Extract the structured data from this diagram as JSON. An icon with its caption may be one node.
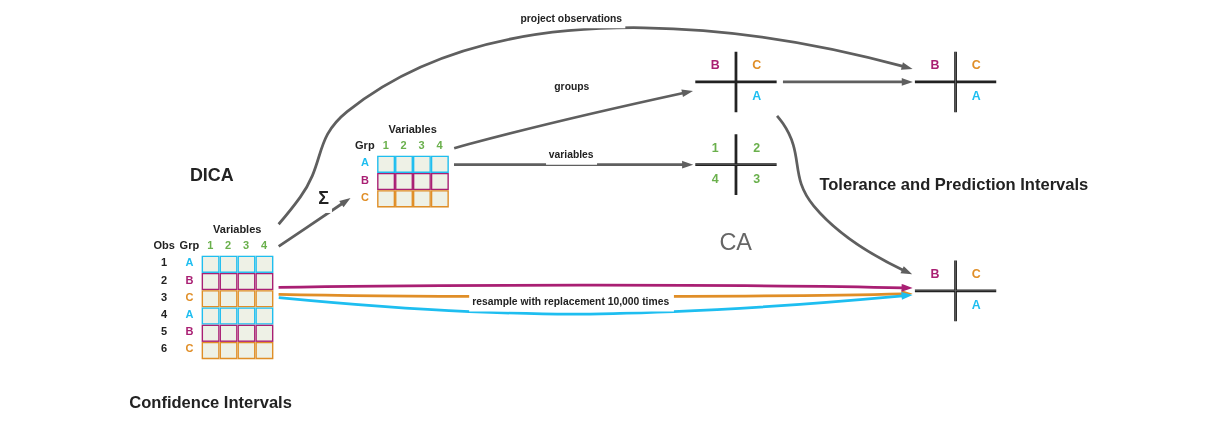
{
  "diagram": {
    "nodes": [
      {
        "text": [
          "Obs",
          "Grp",
          "Variables",
          "1",
          "2",
          "3",
          "4",
          "1",
          "A",
          "2",
          "B",
          "3",
          "C",
          "4",
          "A",
          "5",
          "B",
          "6",
          "C"
        ]
      },
      {
        "text": [
          "Grp",
          "Variables",
          "1",
          "2",
          "3",
          "4",
          "A",
          "B",
          "C"
        ]
      },
      {
        "text": [
          "B",
          "C",
          "A"
        ]
      },
      {
        "text": [
          "1",
          "2",
          "4",
          "3"
        ]
      },
      {
        "text": [
          "B",
          "C",
          "A"
        ]
      },
      {
        "text": [
          "B",
          "C",
          "A"
        ]
      }
    ],
    "edges": [
      {
        "from": 0,
        "to": 1,
        "arrow": "to",
        "label": "Σ"
      },
      {
        "from": 1,
        "to": 2,
        "arrow": "to",
        "label": "groups"
      },
      {
        "from": 1,
        "to": 3,
        "arrow": "to",
        "label": "variables"
      },
      {
        "from": 0,
        "to": 4,
        "arrow": "to",
        "label": "project observations"
      },
      {
        "from": 2,
        "to": 4,
        "arrow": "to"
      },
      {
        "from": 2,
        "to": 5,
        "arrow": "to"
      },
      {
        "from": 0,
        "to": 5,
        "arrow": "to",
        "color": "#e08e27"
      },
      {
        "from": 0,
        "to": 5,
        "arrow": "to",
        "color": "#a91f73"
      },
      {
        "from": 0,
        "to": 5,
        "arrow": "to",
        "color": "#1ebef0",
        "label": "resample with replacement 10,000 times"
      }
    ],
    "labels": [
      "DICA",
      "CA",
      "Confidence Intervals",
      "Tolerance and Prediction Intervals"
    ]
  }
}
